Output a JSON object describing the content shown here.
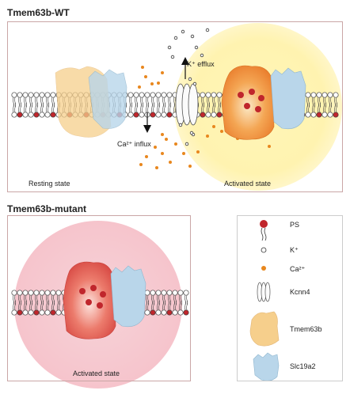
{
  "wt": {
    "title": "Tmem63b-WT",
    "resting_label": "Resting state",
    "activated_label": "Activated state",
    "k_efflux_label": "K⁺ efflux",
    "ca_influx_label": "Ca²⁺ influx"
  },
  "mutant": {
    "title": "Tmem63b-mutant",
    "activated_label": "Activated state"
  },
  "legend": {
    "items": [
      {
        "label": "PS",
        "icon": "ps-lipid-icon"
      },
      {
        "label": "K⁺",
        "icon": "potassium-ion-icon"
      },
      {
        "label": "Ca²⁺",
        "icon": "calcium-ion-icon"
      },
      {
        "label": "Kcnn4",
        "icon": "kcnn4-channel-icon"
      },
      {
        "label": "Tmem63b",
        "icon": "tmem63b-protein-icon"
      },
      {
        "label": "Slc19a2",
        "icon": "slc19a2-protein-icon"
      }
    ]
  },
  "colors": {
    "ps_head": "#c0262c",
    "lipid_head": "#ffffff",
    "calcium": "#e8871e",
    "tmem63b_fill": "#f6cf8c",
    "slc19a2_fill": "#b9d6ea",
    "wt_glow": "#fff6b8",
    "mutant_glow": "#f7c9cf",
    "active_tmem63b": "#ef8c3a",
    "mutant_tmem63b": "#e0574f"
  }
}
